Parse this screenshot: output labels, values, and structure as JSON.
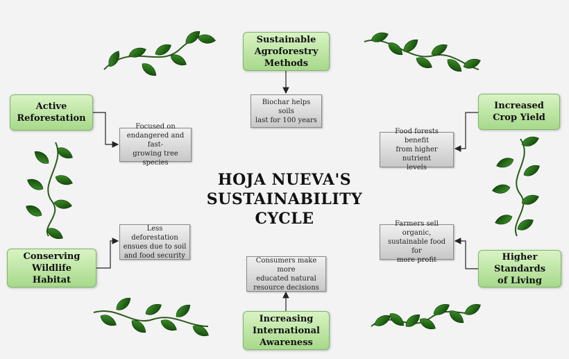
{
  "title": "HOJA NUEVA'S\nSUSTAINABILITY\nCYCLE",
  "nodes": {
    "agroforestry": "Sustainable\nAgroforestry\nMethods",
    "crop_yield": "Increased\nCrop Yield",
    "living_standards": "Higher Standards\nof Living",
    "awareness": "Increasing\nInternational\nAwareness",
    "wildlife": "Conserving\nWildlife Habitat",
    "reforestation": "Active\nReforestation"
  },
  "notes": {
    "biochar": "Biochar helps soils\nlast for 100 years",
    "food_forests": "Food forests benefit\nfrom higher nutrient\nlevels",
    "farmers": "Farmers sell organic,\nsustainable food for\nmore profit",
    "consumers": "Consumers make more\neducated natural\nresource decisions",
    "deforestation": "Less deforestation\nensues due to soil\nand food security",
    "species": "Focused on\nendangered and fast-\ngrowing tree species"
  },
  "colors": {
    "node_fill": "#b8e3a0",
    "note_fill": "#dcdcdc",
    "leaf": "#1f6b12",
    "vine": "#2a5a1a"
  }
}
